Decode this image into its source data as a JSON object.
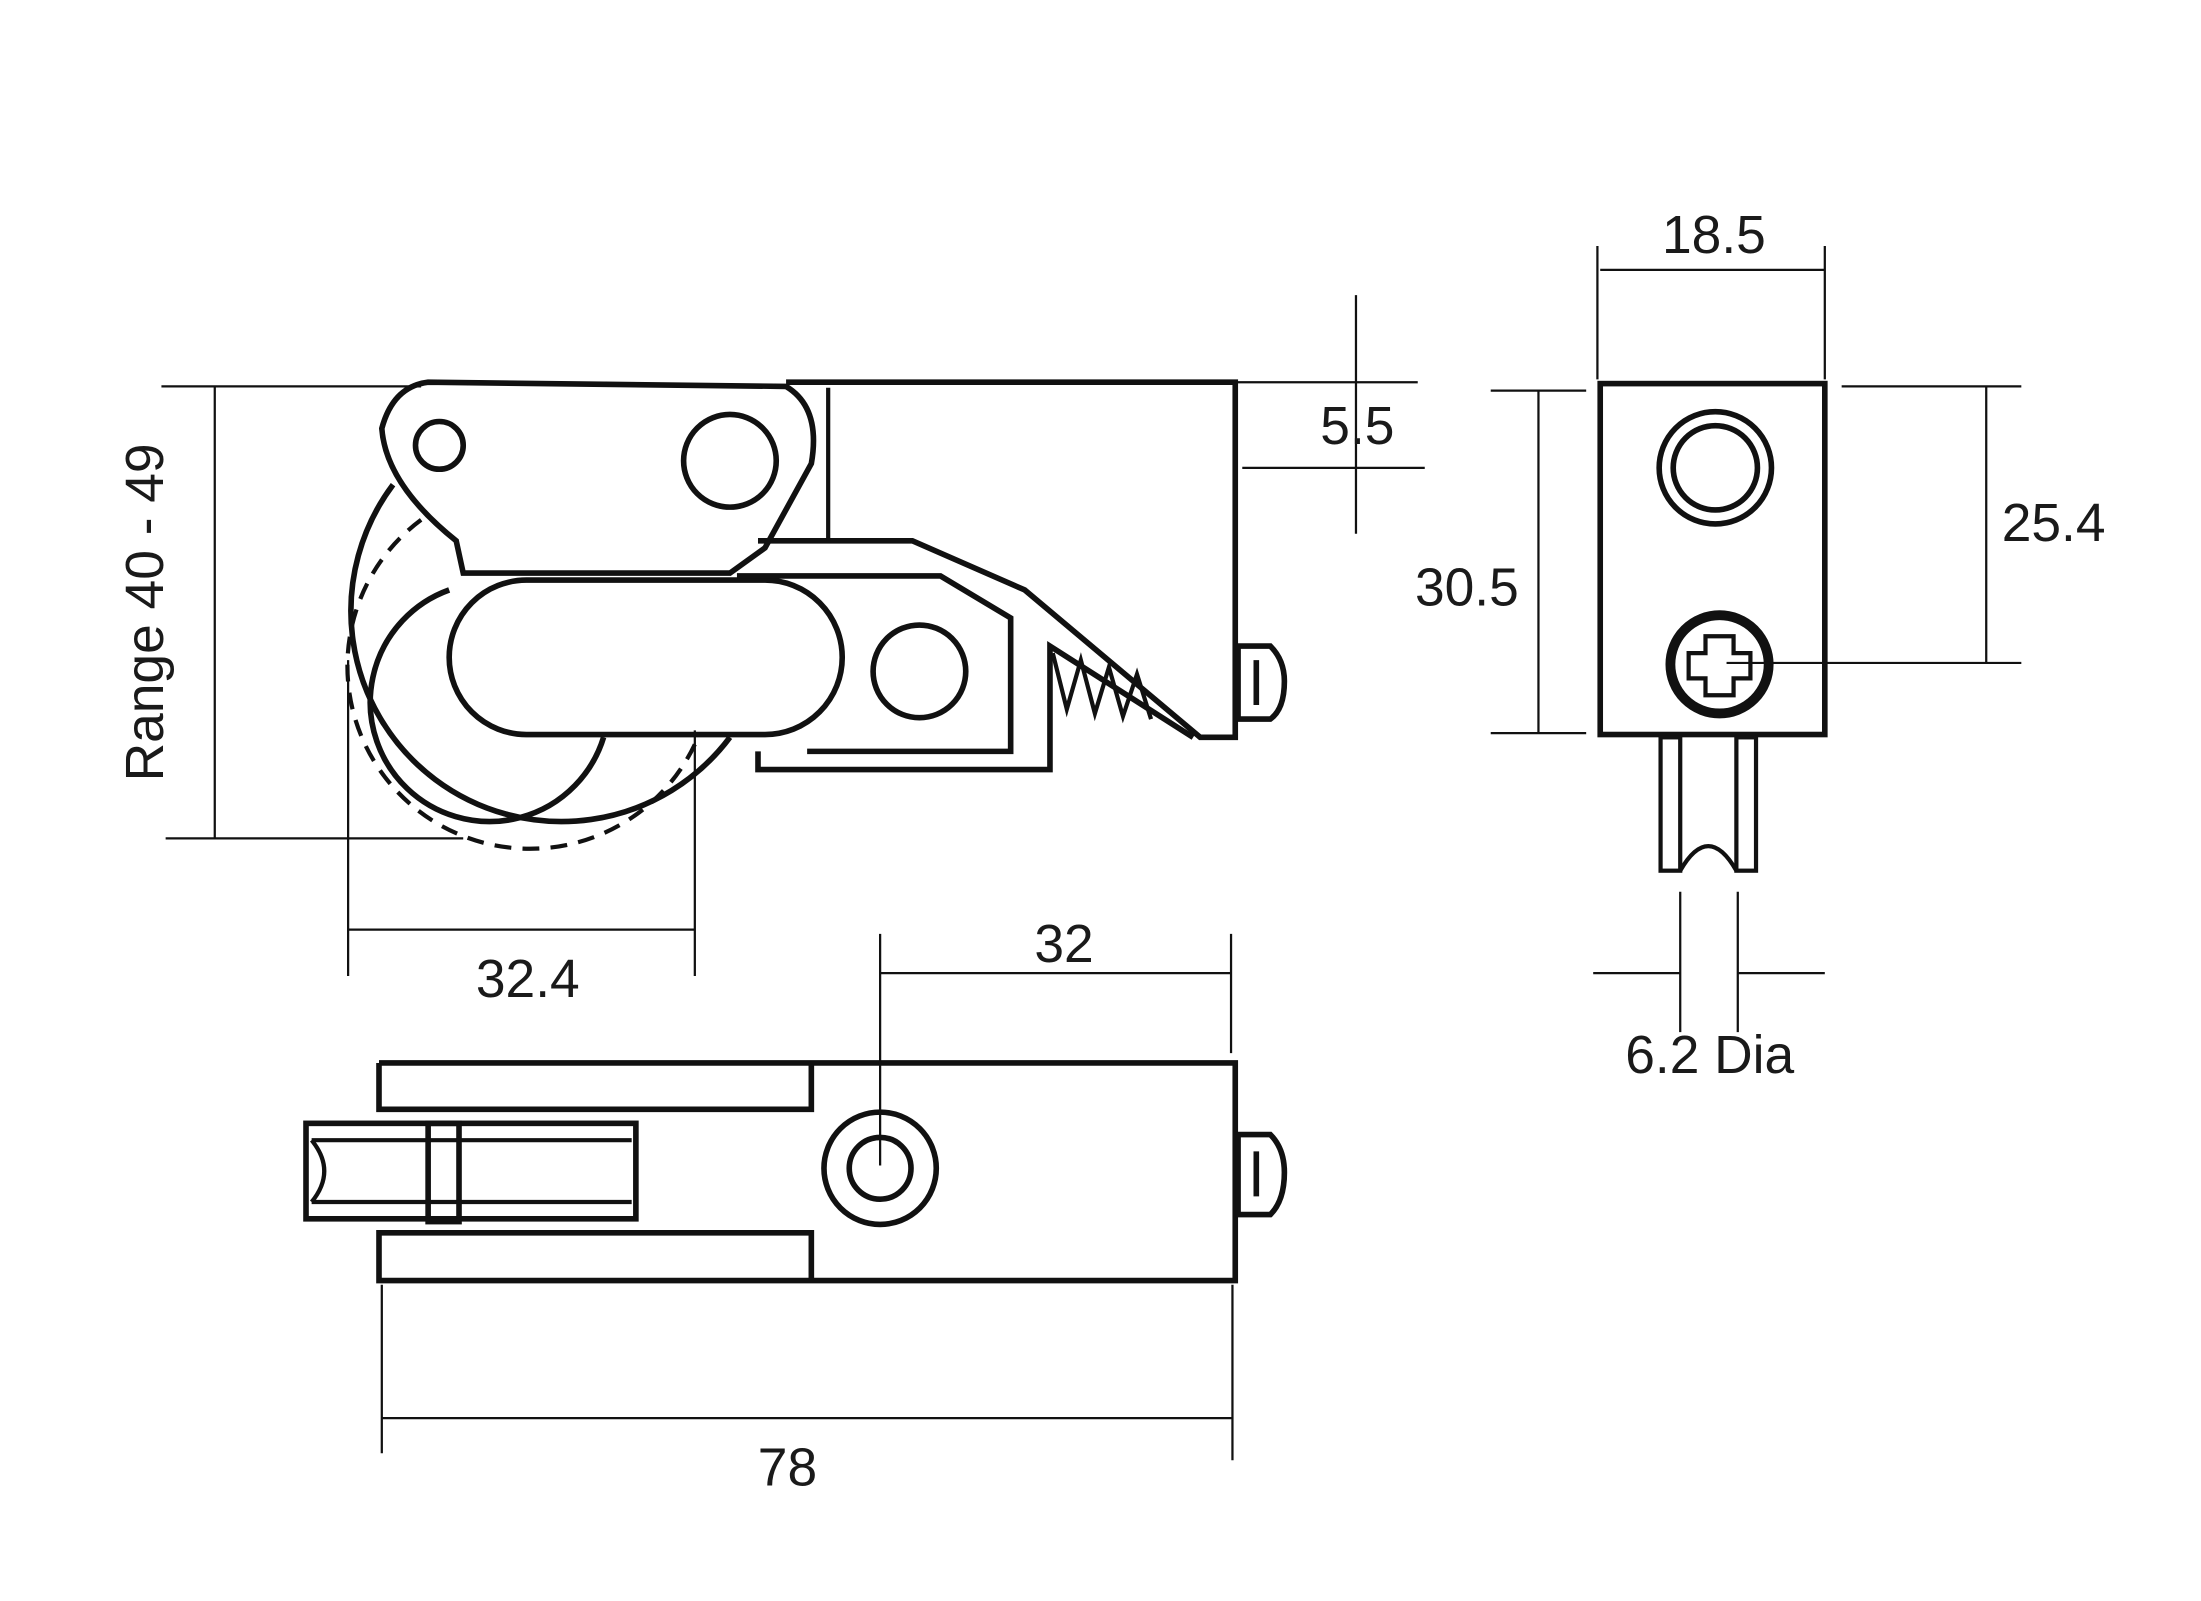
{
  "dimensions": {
    "range": "Range 40 - 49",
    "offset_top": "5.5",
    "wheel_width": "32.4",
    "side_width": "18.5",
    "side_height": "30.5",
    "hole_spacing": "25.4",
    "wheel_dia": "6.2 Dia",
    "hole_offset": "32",
    "overall_length": "78"
  },
  "colors": {
    "line": "#111111",
    "background": "#ffffff"
  }
}
